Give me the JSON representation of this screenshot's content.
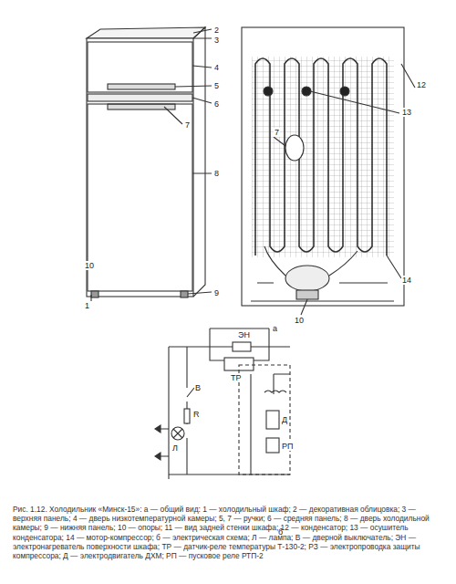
{
  "diagram": {
    "caption": "Рис. 1.12. Холодильник «Минск-15»: а — общий вид: 1 — холодильный шкаф; 2 — декоративная облицовка; 3 — верхняя панель; 4 — дверь низкотемпературной камеры; 5, 7 — ручки; 6 — средняя панель; 8 — дверь холодильной камеры; 9 — нижняя панель; 10 — опоры; 11 — вид задней стенки шкафа; 12 — конденсатор; 13 — осушитель конденсатора; 14 — мотор-компрессор; б — электрическая схема; Л — лампа; В — дверной выключатель; ЭН — электронагреватель поверхности шкафа; ТР — датчик-реле температуры Т-130-2; РЗ — электропроводка защиты компрессора; Д — электродвигатель ДХМ; РП — пусковое реле РТП-2",
    "labels": [
      "2",
      "3",
      "4",
      "5",
      "6",
      "7",
      "8",
      "9",
      "1",
      "10",
      "12",
      "13",
      "7",
      "14",
      "10",
      "а",
      "ЭН",
      "ТР",
      "В",
      "R",
      "Л",
      "Д",
      "РП",
      "б"
    ]
  }
}
